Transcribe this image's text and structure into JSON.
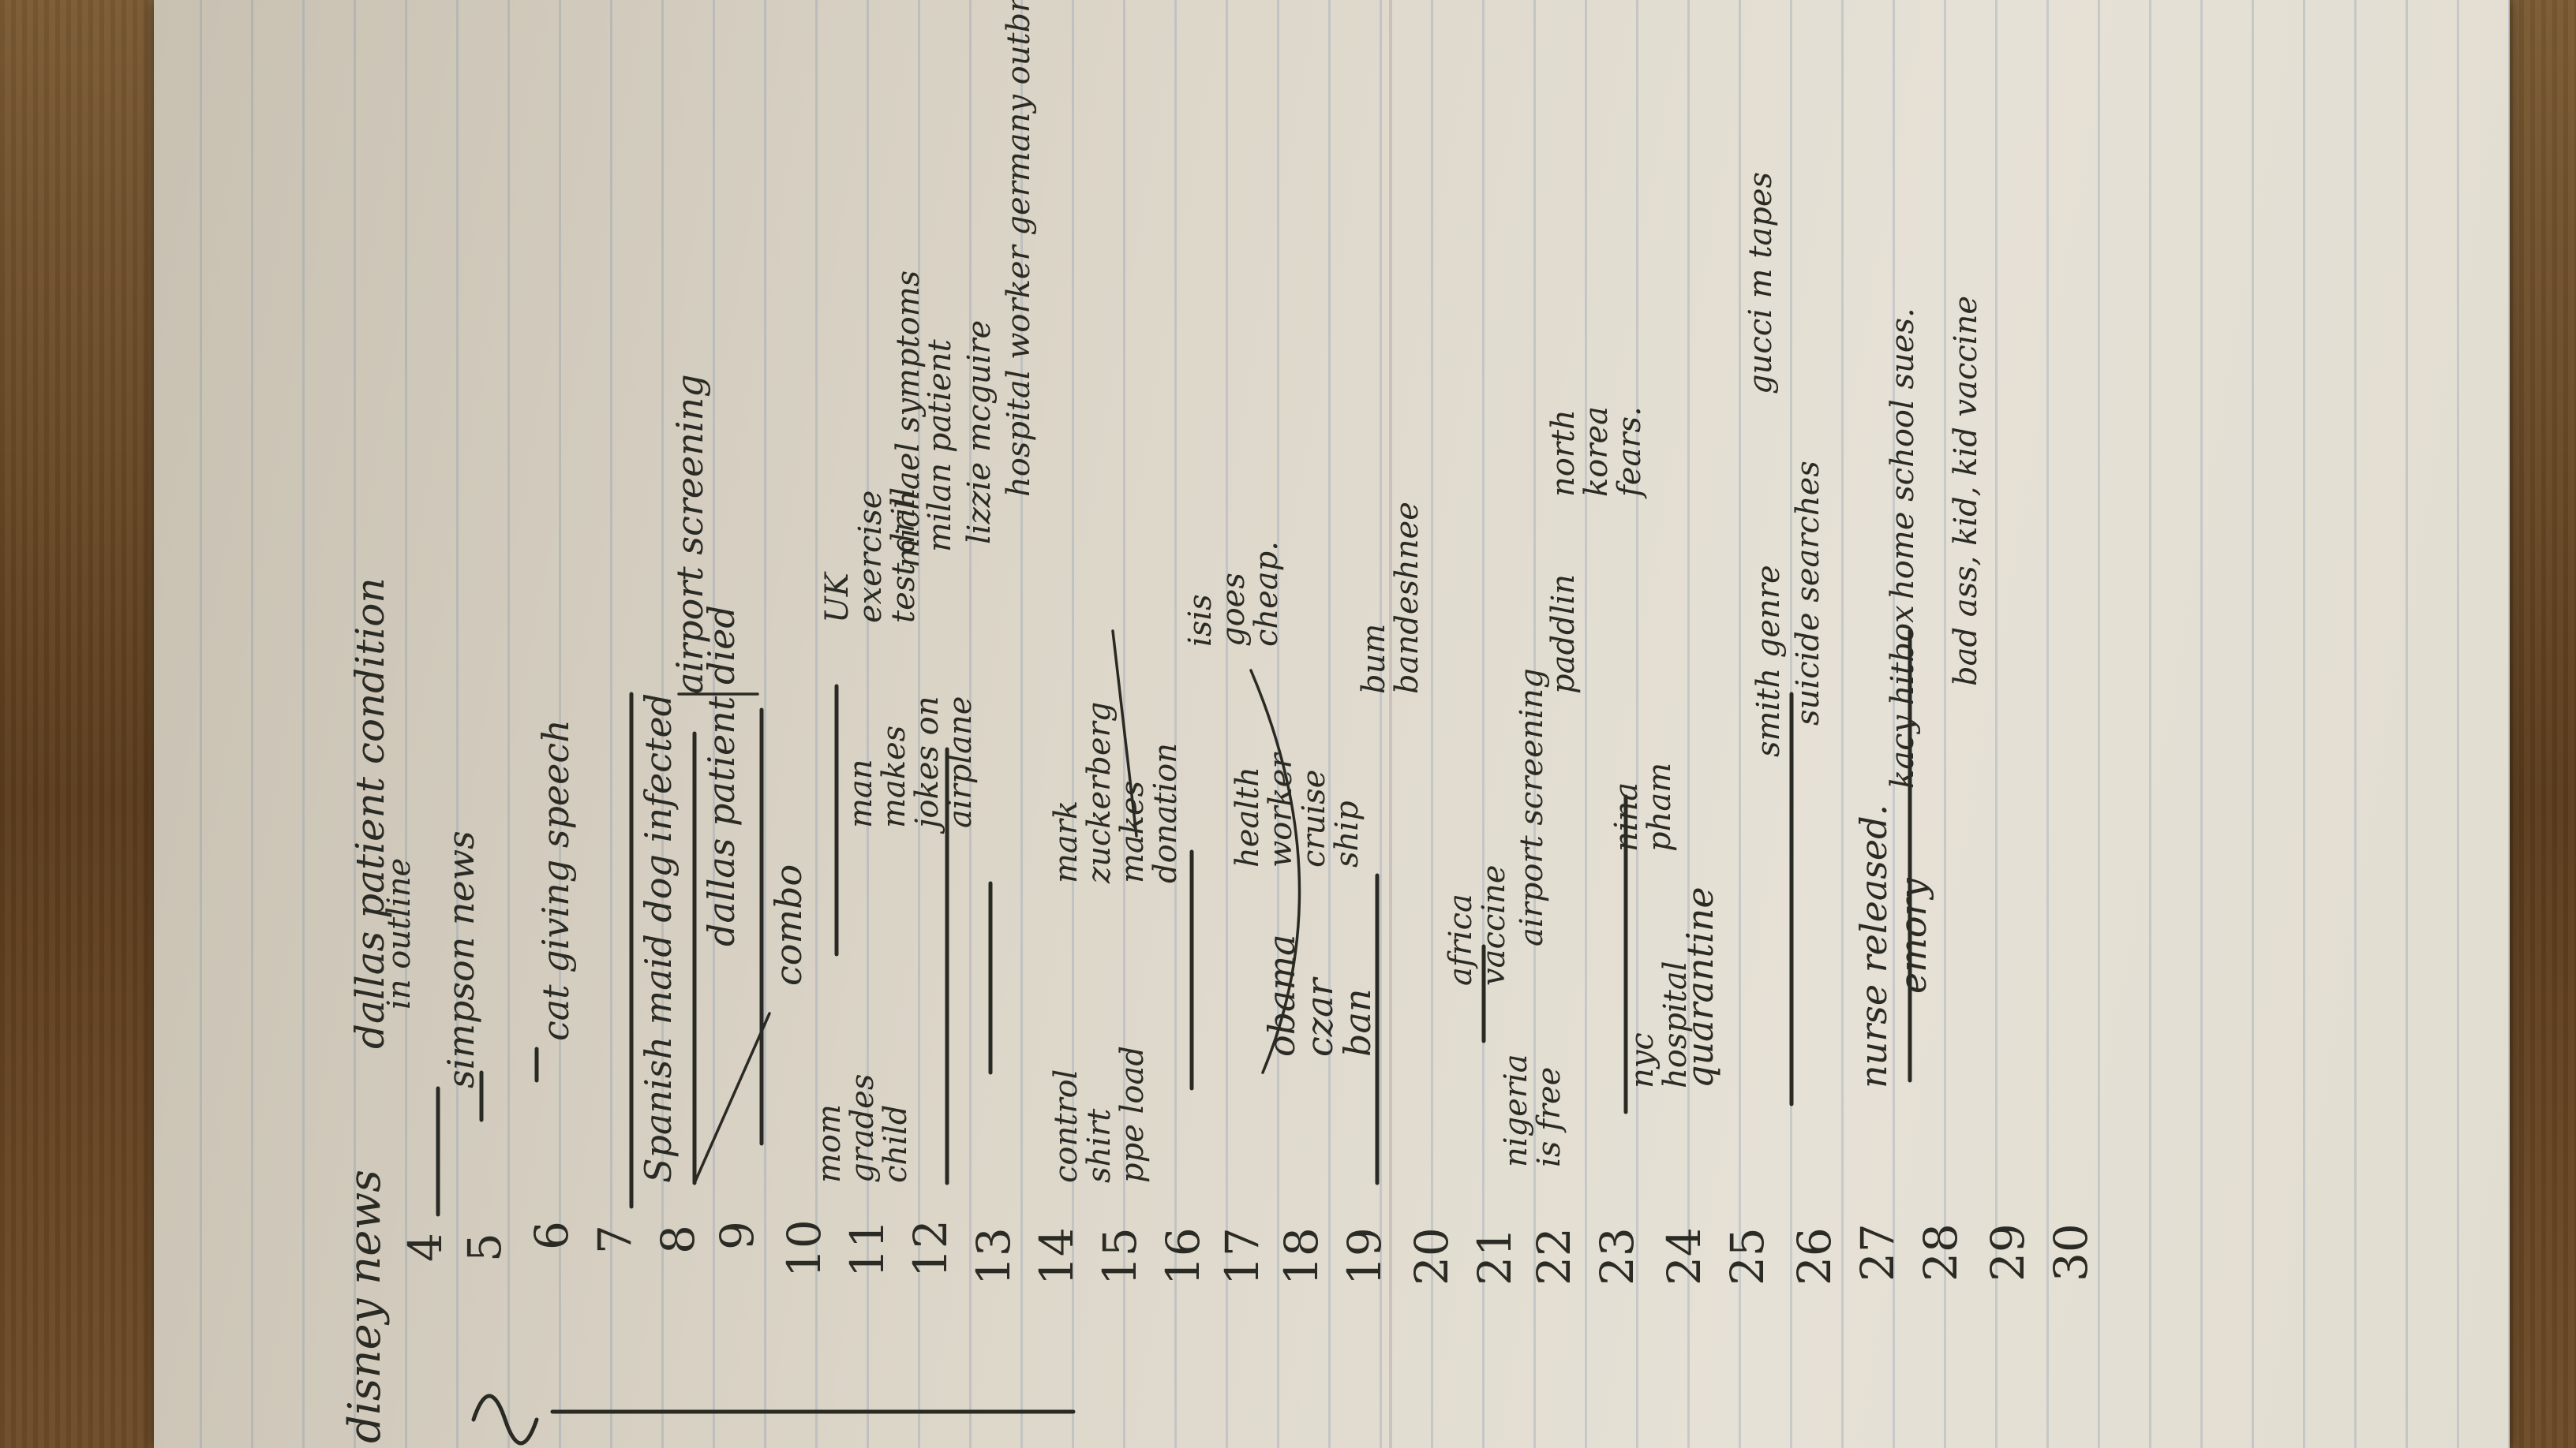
{
  "page": {
    "title": "disney news",
    "subtitle": "dallas patient condition",
    "subtitle_2": "in outline"
  },
  "days": [
    "4",
    "5",
    "6",
    "7",
    "8",
    "9",
    "10",
    "11",
    "12",
    "13",
    "14",
    "15",
    "16",
    "17",
    "18",
    "19",
    "20",
    "21",
    "22",
    "23",
    "24",
    "25",
    "26",
    "27",
    "28",
    "29",
    "30"
  ],
  "notes": [
    {
      "id": "simpson-news",
      "text": "simpson news"
    },
    {
      "id": "cat-giving-speech",
      "text": "cat giving speech"
    },
    {
      "id": "spanish-maid-dog-infected",
      "text": "Spanish maid dog infected"
    },
    {
      "id": "dallas-patient-died",
      "text": "dallas patient died"
    },
    {
      "id": "airport-screening-1",
      "text": "airport screening"
    },
    {
      "id": "combo",
      "text": "combo"
    },
    {
      "id": "mom-grades-child",
      "text": "mom grades child"
    },
    {
      "id": "man-makes-jokes",
      "text": "man makes jokes on airplane"
    },
    {
      "id": "uk-exercise",
      "text": "UK exercise test drill"
    },
    {
      "id": "michael-symptoms",
      "text": "michael symptoms"
    },
    {
      "id": "milan-patient",
      "text": "milan patient"
    },
    {
      "id": "lizzie-mcguire",
      "text": "lizzie mcguire"
    },
    {
      "id": "hospital-worker-germany",
      "text": "hospital worker germany outbreak."
    },
    {
      "id": "control-shirt-ppe",
      "text": "control shirt ppe load"
    },
    {
      "id": "mark-zuckerberg",
      "text": "mark zuckerberg makes donation"
    },
    {
      "id": "isis-goes-cheap",
      "text": "isis goes cheap."
    },
    {
      "id": "obama-czar-ban",
      "text": "obama czar ban"
    },
    {
      "id": "health-worker-cruise-ship",
      "text": "health worker cruise ship"
    },
    {
      "id": "bum-bandeshnee",
      "text": "bum bandeshnee"
    },
    {
      "id": "nigeria-is-free",
      "text": "nigeria is free"
    },
    {
      "id": "africa-vaccine",
      "text": "africa vaccine"
    },
    {
      "id": "airport-screening-2",
      "text": "airport screening"
    },
    {
      "id": "paddlin",
      "text": "paddlin"
    },
    {
      "id": "north-korea-fears",
      "text": "north korea fears."
    },
    {
      "id": "nyc-hospital",
      "text": "nyc hospital"
    },
    {
      "id": "nina-pham",
      "text": "nina pham"
    },
    {
      "id": "quarantine",
      "text": "quarantine"
    },
    {
      "id": "smith-genre",
      "text": "smith genre"
    },
    {
      "id": "suicide-searches",
      "text": "suicide searches"
    },
    {
      "id": "gucci-m-tapes",
      "text": "gucci m tapes"
    },
    {
      "id": "nurse-released",
      "text": "nurse released."
    },
    {
      "id": "emory",
      "text": "emory"
    },
    {
      "id": "kacy-hitbox",
      "text": "kacy hitbox"
    },
    {
      "id": "home-school-sues",
      "text": "home school sues."
    },
    {
      "id": "bad-ass-kid-vaccine",
      "text": "bad ass, kid, kid vaccine"
    }
  ]
}
